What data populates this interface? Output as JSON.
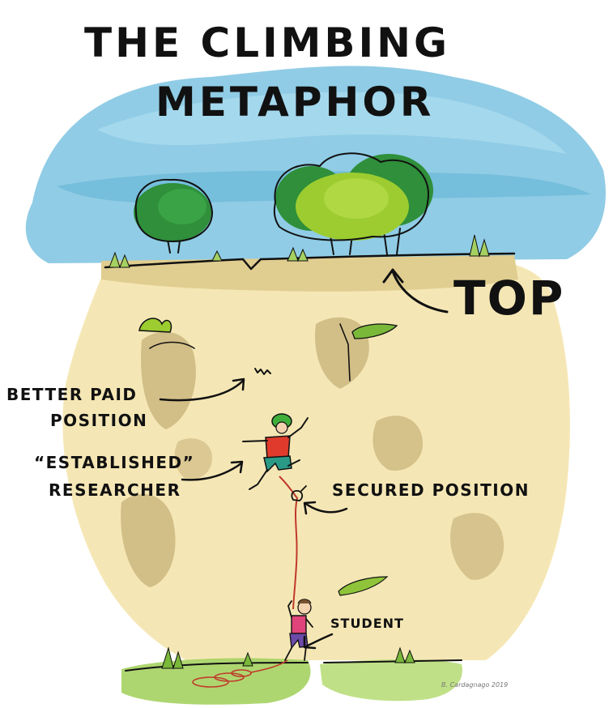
{
  "title": {
    "line1": "THE CLIMBING",
    "line2": "METAPHOR"
  },
  "labels": {
    "top": "TOP",
    "better_paid_line1": "BETTER PAID",
    "better_paid_line2": "POSITION",
    "established_line1": "“ESTABLISHED”",
    "established_line2": "RESEARCHER",
    "secured_position": "SECURED POSITION",
    "student": "STUDENT"
  },
  "signature": "B. Cardagnago 2019",
  "colors": {
    "sky": "#7cc3e0",
    "sky_light": "#a9dbef",
    "cliff": "#f5e7b5",
    "cliff_shadow": "#c9b47c",
    "tree_dark": "#2f8f3a",
    "tree_light": "#9ccc2f",
    "grass": "#a5d160",
    "rope": "#c0392b",
    "shirt_climber": "#e03a2c",
    "helmet": "#3fae3a",
    "shorts_climber": "#2a9a86",
    "shirt_student": "#e0447a",
    "shorts_student": "#6b4aa8"
  }
}
